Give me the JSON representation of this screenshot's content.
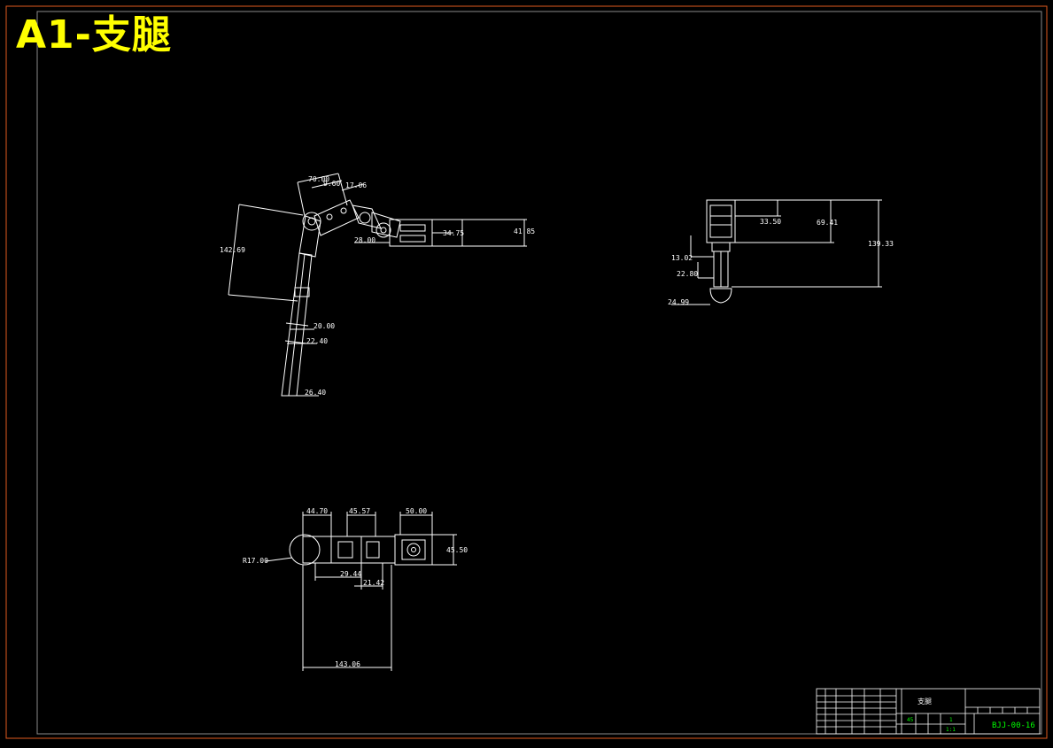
{
  "sheet": {
    "title": "A1-支腿",
    "colors": {
      "background": "#000000",
      "outer_border": "#e05a1e",
      "inner_border": "#8a8a8a",
      "line": "#ffffff",
      "title": "#ffff00",
      "titleblock_text": "#00ff00"
    }
  },
  "views": {
    "side": {
      "dims": [
        "70.00",
        "9.60",
        "17.06",
        "142.69",
        "28.00",
        "34.75",
        "41.85",
        "20.00",
        "22.40",
        "26.40"
      ]
    },
    "end": {
      "dims": [
        "33.50",
        "69.41",
        "139.33",
        "13.02",
        "22.80",
        "24.99"
      ]
    },
    "top": {
      "dims": [
        "44.70",
        "45.57",
        "50.00",
        "45.50",
        "R17.00",
        "29.44",
        "21.42",
        "143.06"
      ]
    }
  },
  "title_block": {
    "part_name": "支腿",
    "drawing_no": "BJJ-00-16",
    "scale": "1:1",
    "quantity": "1",
    "material": "45"
  }
}
